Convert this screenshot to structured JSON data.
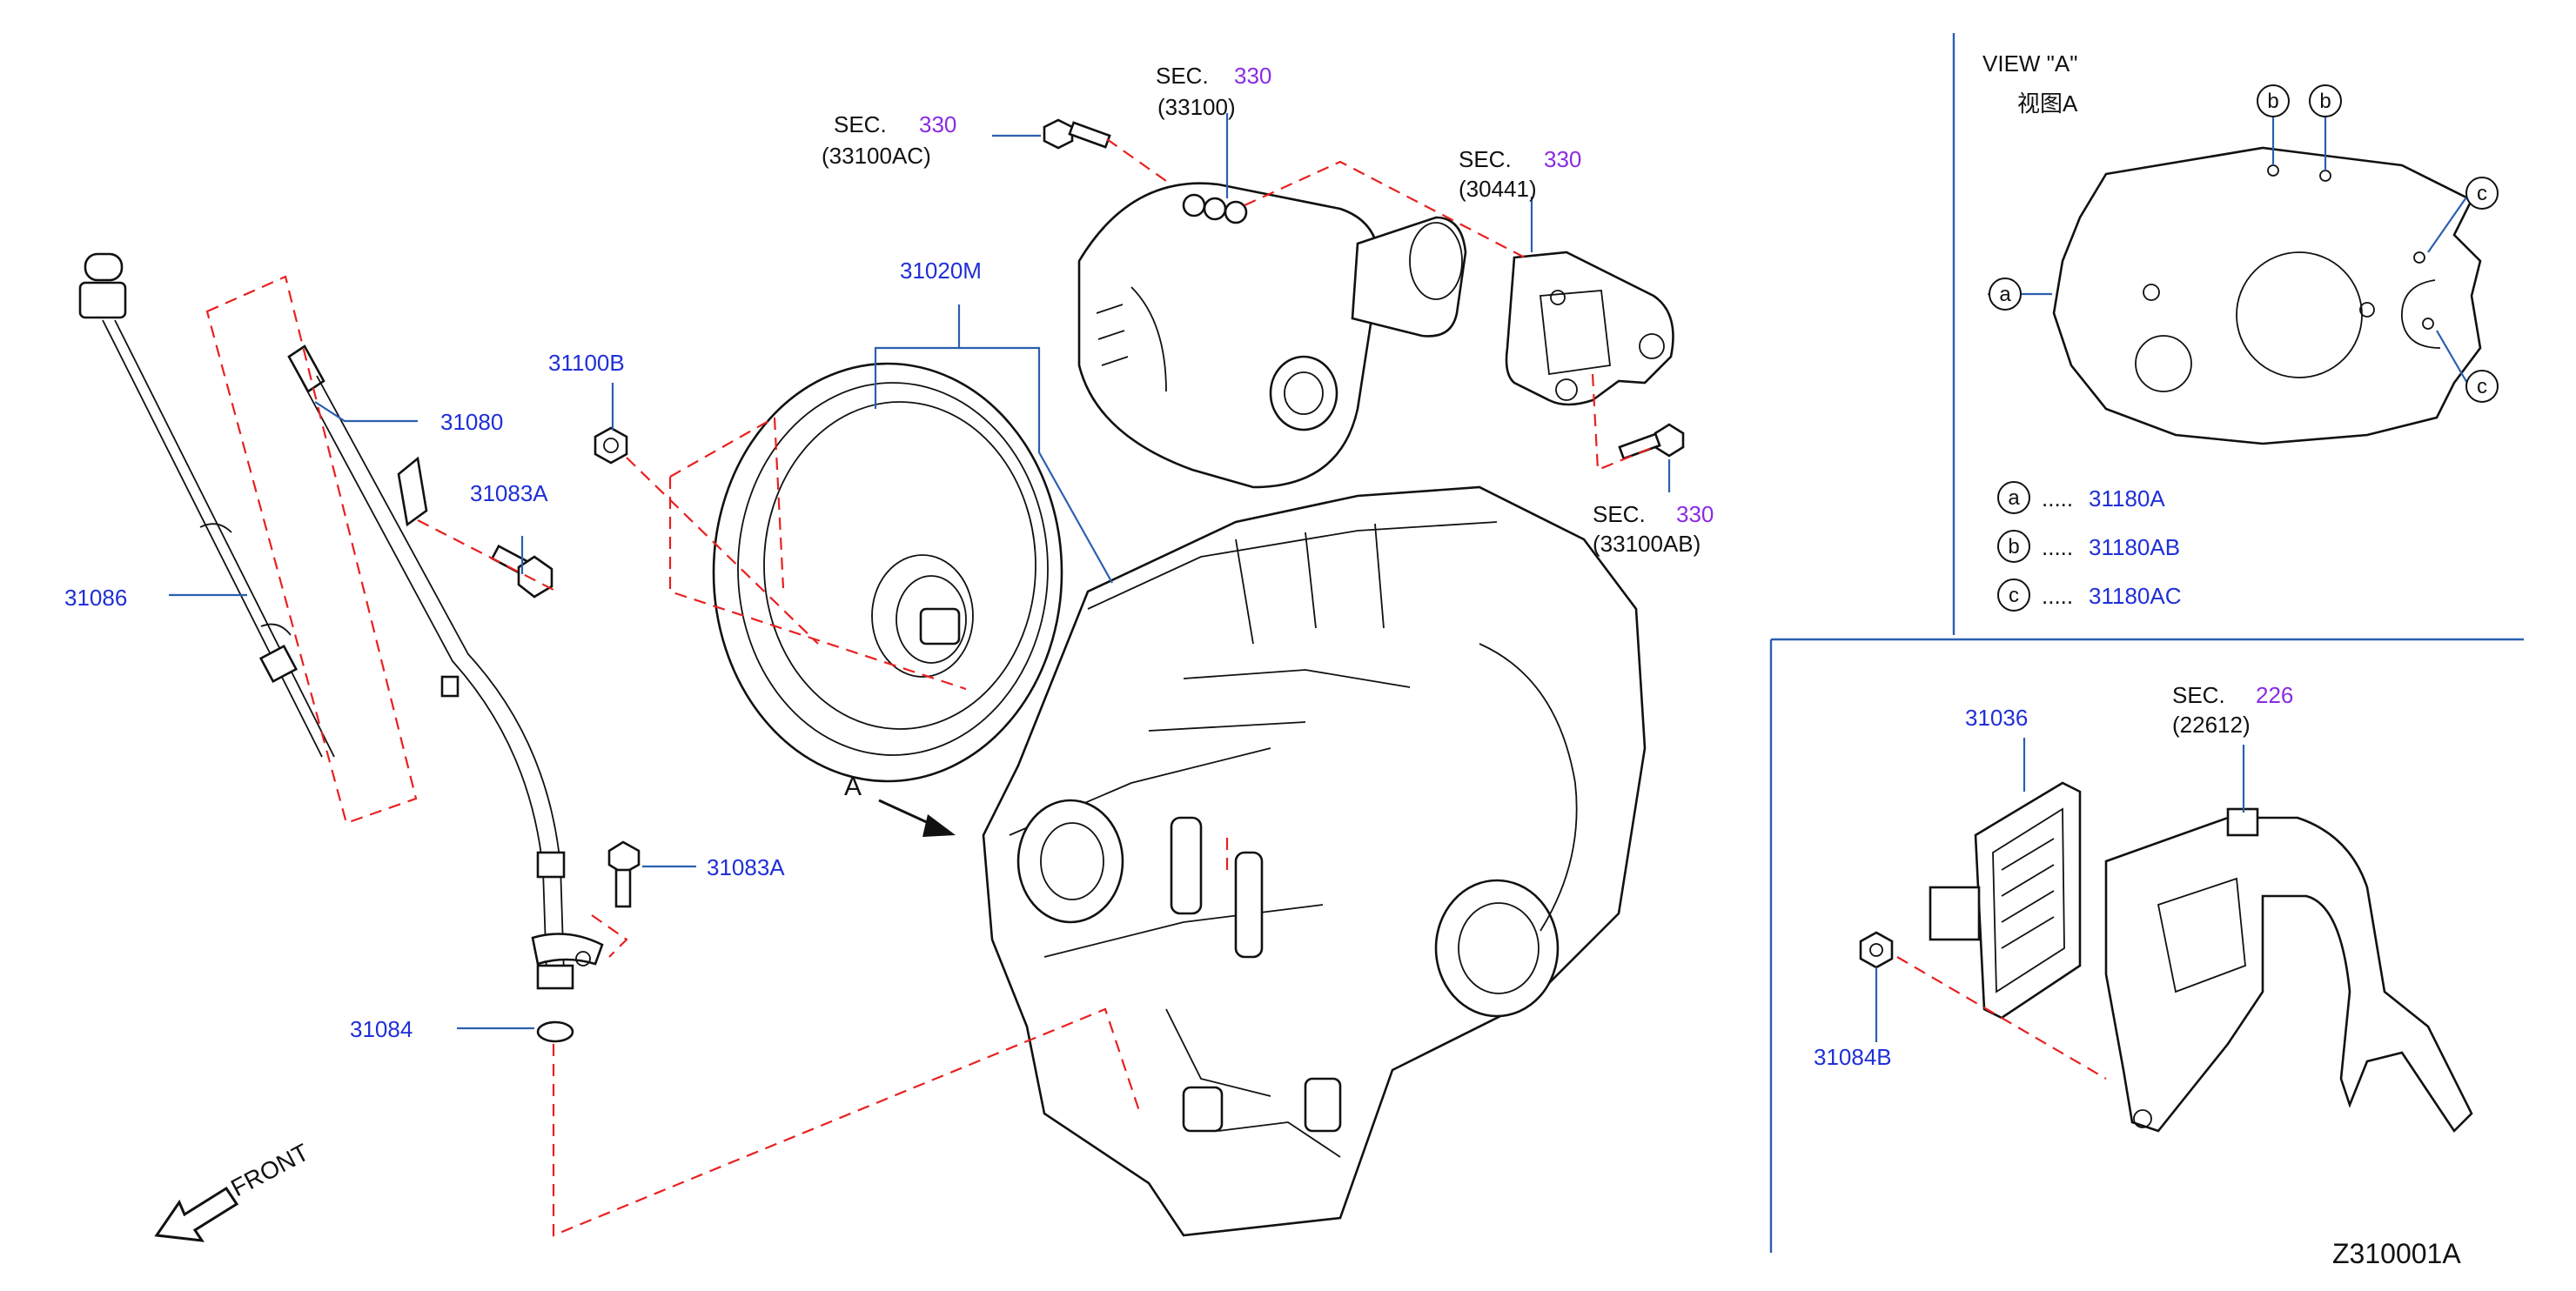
{
  "view": {
    "title": "VIEW   \"A\"",
    "subtitle": "视图A"
  },
  "callouts": {
    "c31086": "31086",
    "c31080": "31080",
    "c31083A_1": "31083A",
    "c31083A_2": "31083A",
    "c31084": "31084",
    "c31100B": "31100B",
    "c31020M": "31020M",
    "c31036": "31036",
    "c31084B": "31084B"
  },
  "sections": [
    {
      "sec": "SEC.",
      "num": "330",
      "ref": "(33100AC)"
    },
    {
      "sec": "SEC.",
      "num": "330",
      "ref": "(33100)"
    },
    {
      "sec": "SEC.",
      "num": "330",
      "ref": "(30441)"
    },
    {
      "sec": "SEC.",
      "num": "330",
      "ref": "(33100AB)"
    },
    {
      "sec": "SEC.",
      "num": "226",
      "ref": "(22612)"
    }
  ],
  "view_labels": {
    "b1": "b",
    "b2": "b",
    "c1": "c",
    "c2": "c",
    "a": "a"
  },
  "legend": [
    {
      "key": "a",
      "dots": ".....",
      "part": "31180A"
    },
    {
      "key": "b",
      "dots": ".....",
      "part": "31180AB"
    },
    {
      "key": "c",
      "dots": ".....",
      "part": "31180AC"
    }
  ],
  "arrow_label": "A",
  "front_label": "FRONT",
  "diagram_code": "Z310001A"
}
